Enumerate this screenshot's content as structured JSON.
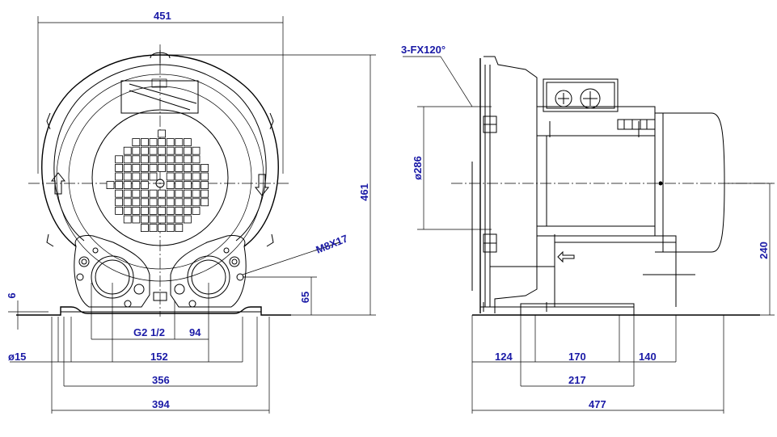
{
  "colors": {
    "line": "#000000",
    "dimension_text": "#1a1aa6",
    "background": "#ffffff"
  },
  "front_view": {
    "dim_width_top": "451",
    "dim_height": "461",
    "bolt_label": "M8X17",
    "dim_6": "6",
    "dim_65": "65",
    "dim_hole": "ø15",
    "pipe_size": "G2 1/2",
    "dim_94": "94",
    "dim_152": "152",
    "dim_356": "356",
    "dim_394": "394"
  },
  "side_view": {
    "flange_label": "3-FX120°",
    "dim_diameter": "ø286",
    "dim_240": "240",
    "dim_124": "124",
    "dim_170": "170",
    "dim_140": "140",
    "dim_217": "217",
    "dim_477": "477"
  }
}
